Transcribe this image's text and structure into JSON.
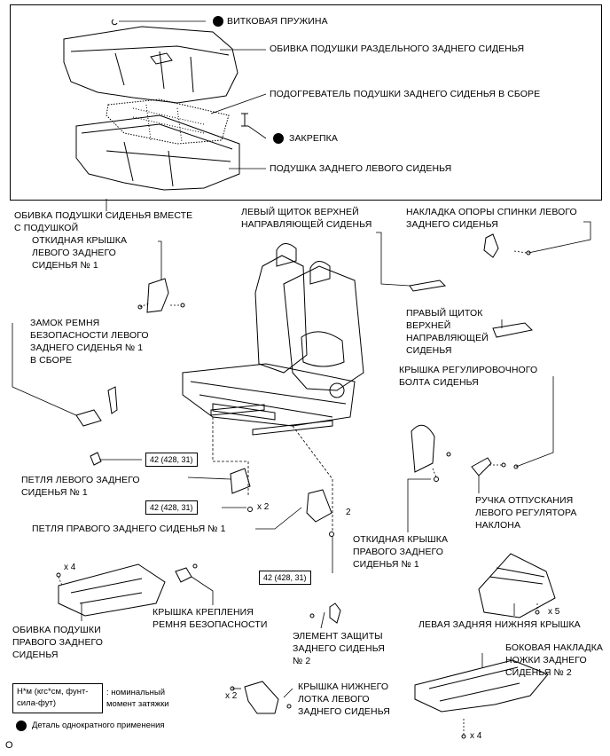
{
  "labels": {
    "spiral_spring": "ВИТКОВАЯ ПРУЖИНА",
    "split_cushion_cover": "ОБИВКА ПОДУШКИ РАЗДЕЛЬНОГО ЗАДНЕГО СИДЕНЬЯ",
    "cushion_heater": "ПОДОГРЕВАТЕЛЬ ПОДУШКИ ЗАДНЕГО СИДЕНЬЯ В СБОРЕ",
    "clip": "ЗАКРЕПКА",
    "left_cushion": "ПОДУШКА ЗАДНЕГО ЛЕВОГО СИДЕНЬЯ",
    "cover_with_pad": "ОБИВКА ПОДУШКИ СИДЕНЬЯ ВМЕСТЕ\nС ПОДУШКОЙ",
    "left_upper_rail_shield": "ЛЕВЫЙ ЩИТОК ВЕРХНЕЙ\nНАПРАВЛЯЮЩЕЙ СИДЕНЬЯ",
    "left_seatback_support_pad": "НАКЛАДКА ОПОРЫ СПИНКИ ЛЕВОГО\nЗАДНЕГО СИДЕНЬЯ",
    "left_hinge_cover": "ОТКИДНАЯ КРЫШКА\nЛЕВОГО ЗАДНЕГО\nСИДЕНЬЯ № 1",
    "right_upper_rail_shield": "ПРАВЫЙ ЩИТОК\nВЕРХНЕЙ\nНАПРАВЛЯЮЩЕЙ\nСИДЕНЬЯ",
    "left_belt_buckle": "ЗАМОК РЕМНЯ\nБЕЗОПАСНОСТИ ЛЕВОГО\nЗАДНЕГО СИДЕНЬЯ № 1\nВ СБОРЕ",
    "adjust_bolt_cover": "КРЫШКА РЕГУЛИРОВОЧНОГО\nБОЛТА СИДЕНЬЯ",
    "left_hinge": "ПЕТЛЯ ЛЕВОГО ЗАДНЕГО\nСИДЕНЬЯ № 1",
    "recliner_release_handle": "РУЧКА ОТПУСКАНИЯ\nЛЕВОГО РЕГУЛЯТОРА\nНАКЛОНА",
    "right_hinge": "ПЕТЛЯ ПРАВОГО ЗАДНЕГО СИДЕНЬЯ № 1",
    "right_hinge_cover": "ОТКИДНАЯ КРЫШКА\nПРАВОГО ЗАДНЕГО\nСИДЕНЬЯ № 1",
    "belt_anchor_cover": "КРЫШКА КРЕПЛЕНИЯ\nРЕМНЯ БЕЗОПАСНОСТИ",
    "left_lower_cover": "ЛЕВАЯ ЗАДНЯЯ НИЖНЯЯ КРЫШКА",
    "right_cushion_cover": "ОБИВКА ПОДУШКИ\nПРАВОГО ЗАДНЕГО\nСИДЕНЬЯ",
    "protector_no2": "ЭЛЕМЕНТ ЗАЩИТЫ\nЗАДНЕГО СИДЕНЬЯ\n№ 2",
    "leg_side_pad_no2": "БОКОВАЯ НАКЛАДКА\nНОЖКИ ЗАДНЕГО\nСИДЕНЬЯ № 2",
    "left_lower_tray_cover": "КРЫШКА НИЖНЕГО\nЛОТКА ЛЕВОГО\nЗАДНЕГО СИДЕНЬЯ"
  },
  "torques": [
    "42 (428, 31)",
    "42 (428, 31)",
    "42 (428, 31)"
  ],
  "multipliers": [
    "x 2",
    "2",
    "x 4",
    "x 5",
    "x 2",
    "x 4"
  ],
  "legend": {
    "torque_key": "Н*м (кгс*см, фунт-\nсила-фут)",
    "torque_desc": ": номинальный\nмомент затяжки",
    "non_reusable": "Деталь однократного применения"
  },
  "corner_mark": "O"
}
